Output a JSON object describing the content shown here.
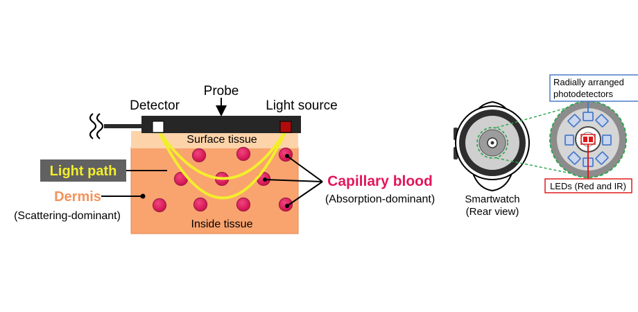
{
  "left_diagram": {
    "probe_label": "Probe",
    "detector_label": "Detector",
    "light_source_label": "Light source",
    "surface_tissue_label": "Surface tissue",
    "inside_tissue_label": "Inside tissue",
    "light_path_label": "Light path",
    "dermis_label": "Dermis",
    "dermis_note": "(Scattering-dominant)",
    "capillary_label": "Capillary blood",
    "capillary_note": "(Absorption-dominant)"
  },
  "right_diagram": {
    "photodetectors_line1": "Radially arranged",
    "photodetectors_line2": "photodetectors",
    "leds_label": "LEDs (Red and IR)",
    "smartwatch_line1": "Smartwatch",
    "smartwatch_line2": "(Rear view)"
  },
  "colors": {
    "surface_tissue": "#fdd3aa",
    "dermis": "#f9a36f",
    "capillary": "#e3165b",
    "light_path": "#f2ee2c",
    "light_path_label_bg": "#616161",
    "dermis_text": "#f4935a",
    "capillary_text": "#e3165b",
    "photodetector_box": "#4a7ac8",
    "led_box": "#e01818",
    "zoom_dash": "#2fa84f"
  }
}
